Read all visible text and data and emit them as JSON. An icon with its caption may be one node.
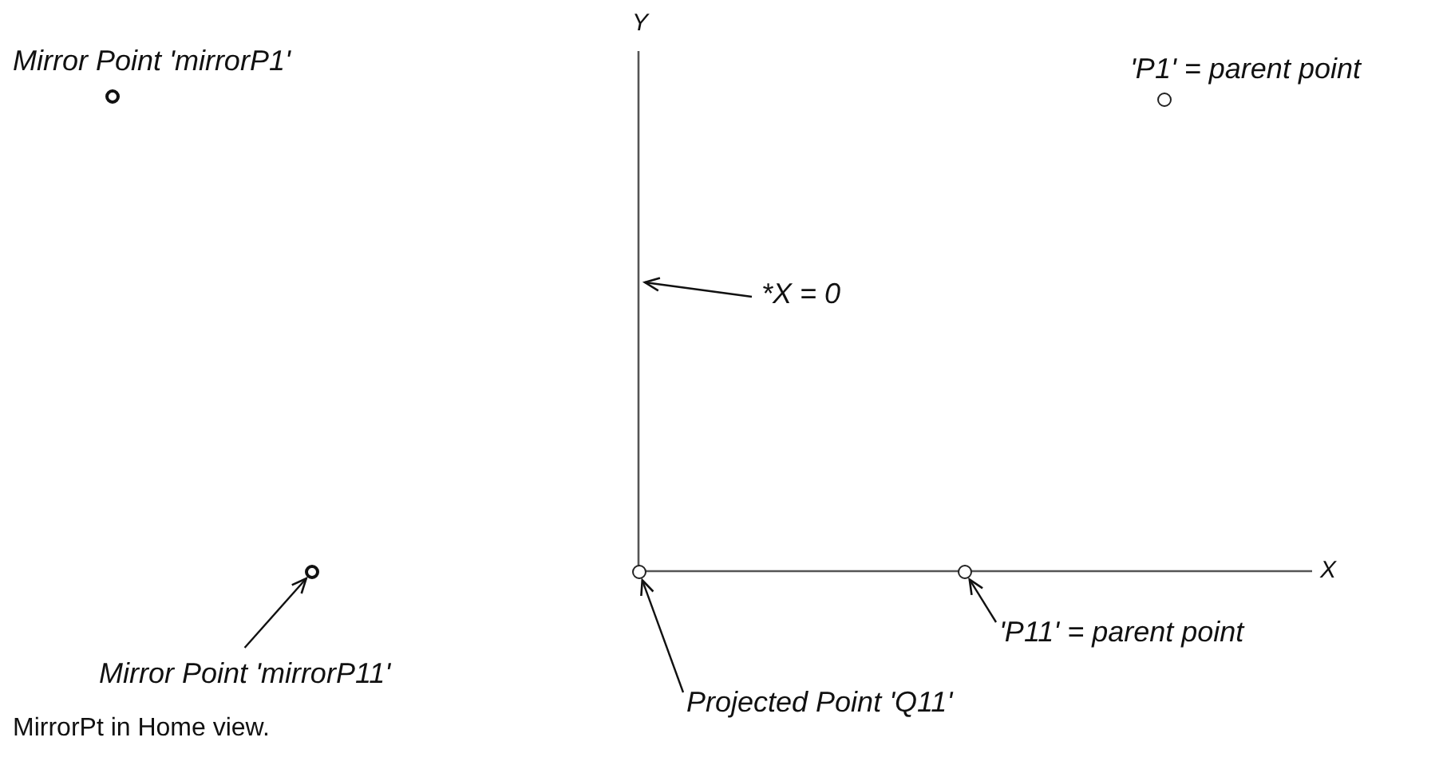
{
  "diagram": {
    "caption": "MirrorPt in Home view.",
    "nodes": [
      {
        "text": [],
        "shape": "circle",
        "beside": [
          "Mirror Point 'mirrorP1'"
        ]
      },
      {
        "text": [],
        "shape": "circle",
        "beside": [
          "'P1' = parent point"
        ]
      },
      {
        "text": [
          "*X = 0"
        ]
      },
      {
        "text": [],
        "shape": "circle"
      },
      {
        "text": [
          "Mirror Point 'mirrorP11'"
        ]
      },
      {
        "text": [],
        "shape": "circle"
      },
      {
        "text": [],
        "shape": "circle"
      },
      {
        "text": [
          "'P11' = parent point"
        ]
      },
      {
        "text": [
          "Projected Point 'Q11'"
        ]
      }
    ],
    "edges": [
      {
        "from": 2,
        "to": null,
        "arrow": "to"
      },
      {
        "from": 4,
        "to": 3,
        "arrow": "to"
      },
      {
        "from": 8,
        "to": 5,
        "arrow": "to"
      },
      {
        "from": 7,
        "to": 6,
        "arrow": "to"
      }
    ],
    "labels": [
      "Y",
      "X"
    ]
  }
}
